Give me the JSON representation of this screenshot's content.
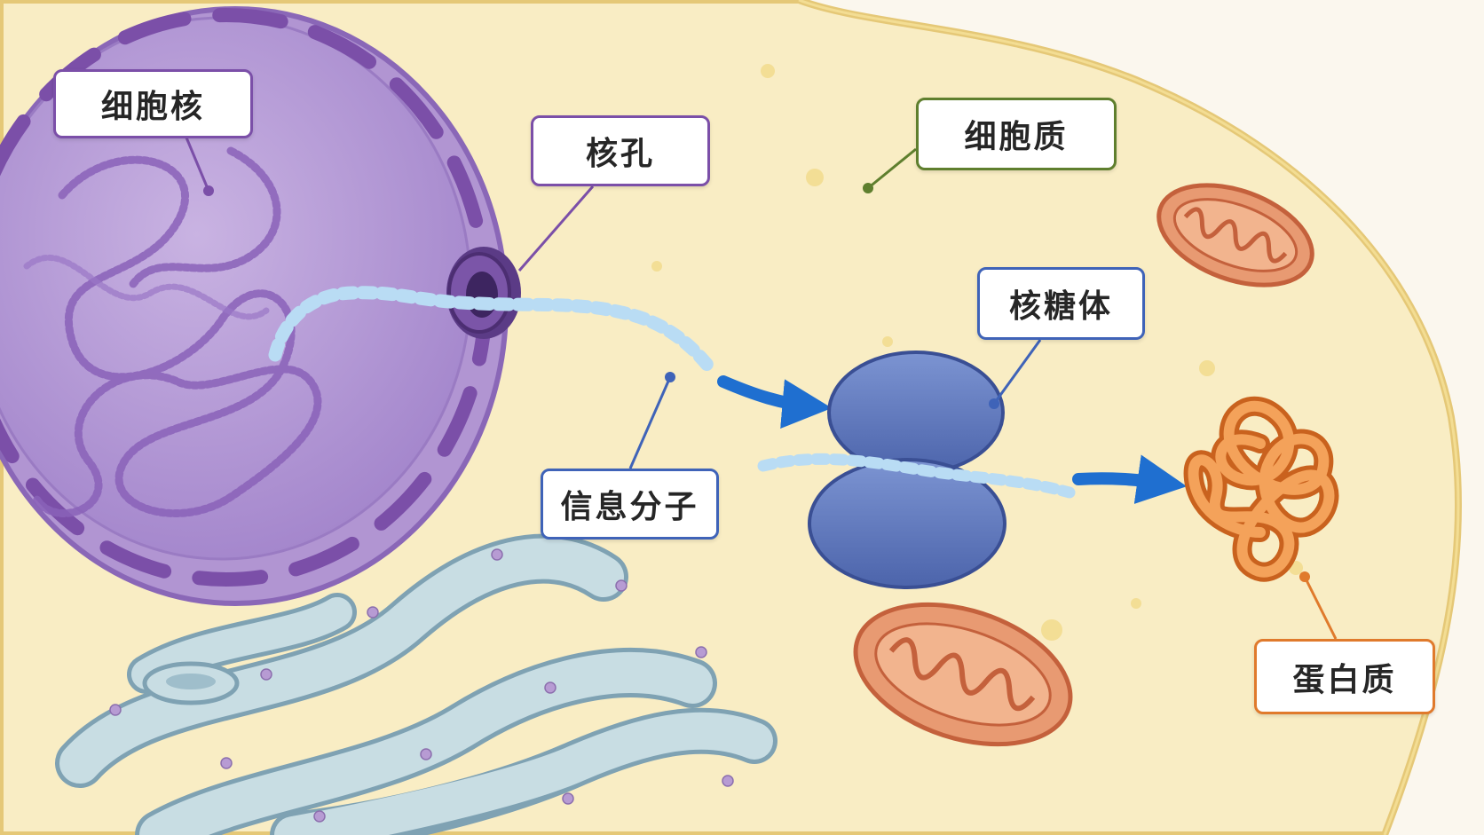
{
  "labels": {
    "nucleus": "细胞核",
    "nuclear_pore": "核孔",
    "cytoplasm": "细胞质",
    "ribosome": "核糖体",
    "messenger": "信息分子",
    "protein": "蛋白质"
  },
  "colors": {
    "nucleus": "#7b4fa8",
    "nuclear_pore": "#7b4fa8",
    "cytoplasm": "#5f7f2e",
    "ribosome": "#3f63b8",
    "messenger": "#3f63b8",
    "protein": "#e07a2c",
    "cytoplasm_fill": "#f9edc4",
    "membrane": "#e5c877",
    "mrna_bead": "#b9dcf4",
    "arrow": "#1f6fd0"
  }
}
